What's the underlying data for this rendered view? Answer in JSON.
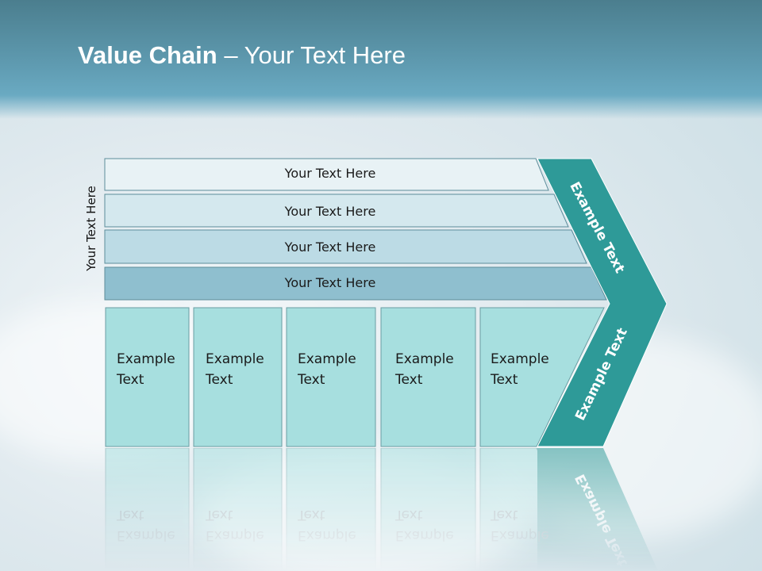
{
  "title": {
    "bold": "Value Chain",
    "rest": " – Your Text Here"
  },
  "side_label": "Your Text Here",
  "rows": [
    {
      "label": "Your Text Here",
      "color": "#e8f2f5"
    },
    {
      "label": "Your Text Here",
      "color": "#d4e8ee"
    },
    {
      "label": "Your Text Here",
      "color": "#bcdbe5"
    },
    {
      "label": "Your Text Here",
      "color": "#8fbfcf"
    }
  ],
  "boxes": [
    {
      "line1": "Example",
      "line2": "Text"
    },
    {
      "line1": "Example",
      "line2": "Text"
    },
    {
      "line1": "Example",
      "line2": "Text"
    },
    {
      "line1": "Example",
      "line2": "Text"
    },
    {
      "line1": "Example",
      "line2": "Text"
    }
  ],
  "chevron": {
    "top_label": "Example Text",
    "bottom_label": "Example Text",
    "color": "#2e9a98"
  },
  "colors": {
    "box_fill": "#a7dfdf",
    "box_stroke": "#6a9ea3",
    "row_stroke": "#5d8d9a"
  }
}
